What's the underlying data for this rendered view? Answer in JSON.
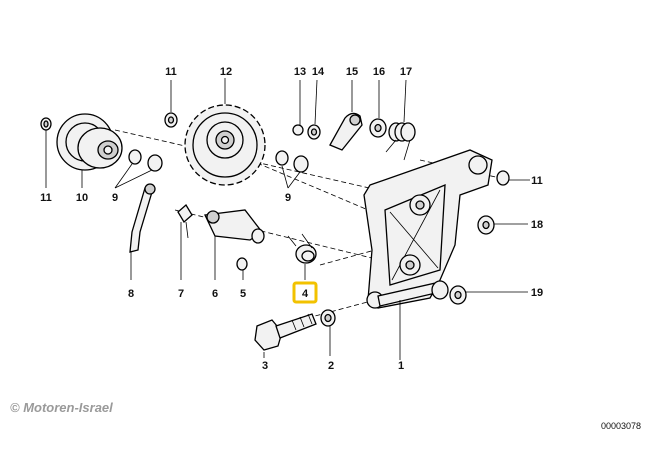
{
  "callouts": {
    "c1": "1",
    "c2": "2",
    "c3": "3",
    "c4": "4",
    "c5": "5",
    "c6": "6",
    "c7": "7",
    "c8": "8",
    "c9a": "9",
    "c9b": "9",
    "c10": "10",
    "c11a": "11",
    "c11b": "11",
    "c11c": "11",
    "c12": "12",
    "c13": "13",
    "c14": "14",
    "c15": "15",
    "c16": "16",
    "c17": "17",
    "c18": "18",
    "c19": "19"
  },
  "highlighted_part": "4",
  "highlight_color": "#f2c200",
  "copyright": "© Motoren-Israel",
  "diagram_code": "00003078"
}
